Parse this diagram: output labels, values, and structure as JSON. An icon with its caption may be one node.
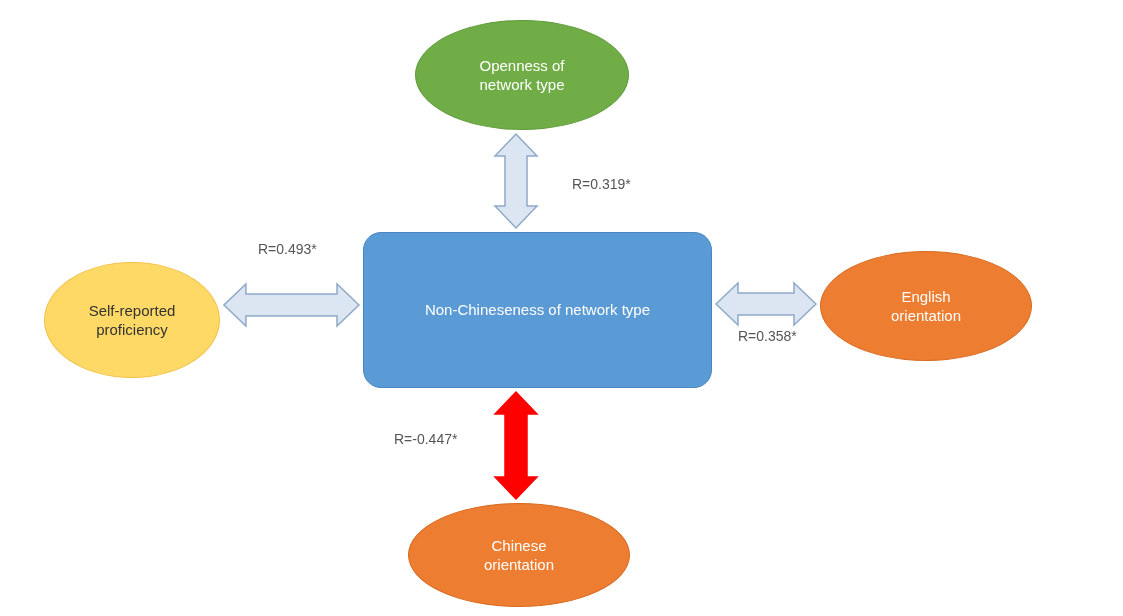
{
  "diagram": {
    "nodes": [
      {
        "text": [
          "Non-Chineseness of network type"
        ]
      },
      {
        "text": [
          "Openness of network type"
        ]
      },
      {
        "text": [
          "Self-reported proficiency"
        ]
      },
      {
        "text": [
          "English orientation"
        ]
      },
      {
        "text": [
          "Chinese orientation"
        ]
      }
    ],
    "edges": [
      {
        "from": 0,
        "to": 1,
        "arrow": "both",
        "label": "R=0.319*",
        "style": "thick"
      },
      {
        "from": 0,
        "to": 2,
        "arrow": "both",
        "label": "R=0.493*",
        "style": "thick"
      },
      {
        "from": 0,
        "to": 3,
        "arrow": "both",
        "label": "R=0.358*",
        "style": "thick"
      },
      {
        "from": 0,
        "to": 4,
        "arrow": "both",
        "label": "R=-0.447*",
        "style": "thick",
        "color": "#ff0000"
      }
    ]
  }
}
